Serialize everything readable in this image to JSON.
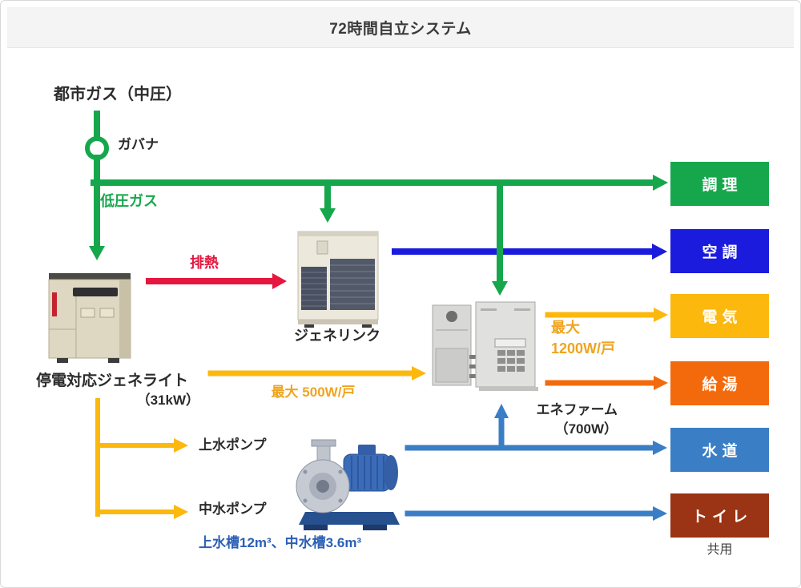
{
  "header": {
    "title": "72時間自立システム"
  },
  "source": {
    "label": "都市ガス（中圧）"
  },
  "governor": {
    "label": "ガバナ"
  },
  "gas": {
    "low_pressure_label": "低圧ガス"
  },
  "exhaust": {
    "label": "排熱"
  },
  "genelite": {
    "name": "停電対応ジェネライト",
    "capacity": "（31kW）"
  },
  "genelink": {
    "name": "ジェネリンク"
  },
  "enefarm": {
    "name": "エネファーム",
    "capacity": "（700W）"
  },
  "flows": {
    "genelite_to_enefarm": "最大 500W/戸",
    "enefarm_max_line1": "最大",
    "enefarm_max_line2": "1200W/戸"
  },
  "pumps": {
    "clean_water": "上水ポンプ",
    "gray_water": "中水ポンプ",
    "tanks": "上水槽12m³、中水槽3.6m³"
  },
  "outputs": [
    {
      "label": "調理",
      "color": "#16a74c"
    },
    {
      "label": "空調",
      "color": "#1b1bde"
    },
    {
      "label": "電気",
      "color": "#fcb80d"
    },
    {
      "label": "給湯",
      "color": "#f36a0d"
    },
    {
      "label": "水道",
      "color": "#3a7ec5"
    },
    {
      "label": "トイレ",
      "color": "#9a3414"
    }
  ],
  "shared": {
    "label": "共用"
  },
  "colors": {
    "gas_green": "#16a74c",
    "exhaust_red": "#e5173f",
    "ac_blue": "#1b1bde",
    "power_yellow": "#fcb80d",
    "hotwater_orange": "#f36a0d",
    "water_blue": "#3a7ec5",
    "toilet_brown": "#9a3414",
    "max_label_amber": "#f0a41e",
    "tank_text_blue": "#2b5fb5",
    "header_bg": "#f4f4f4"
  }
}
